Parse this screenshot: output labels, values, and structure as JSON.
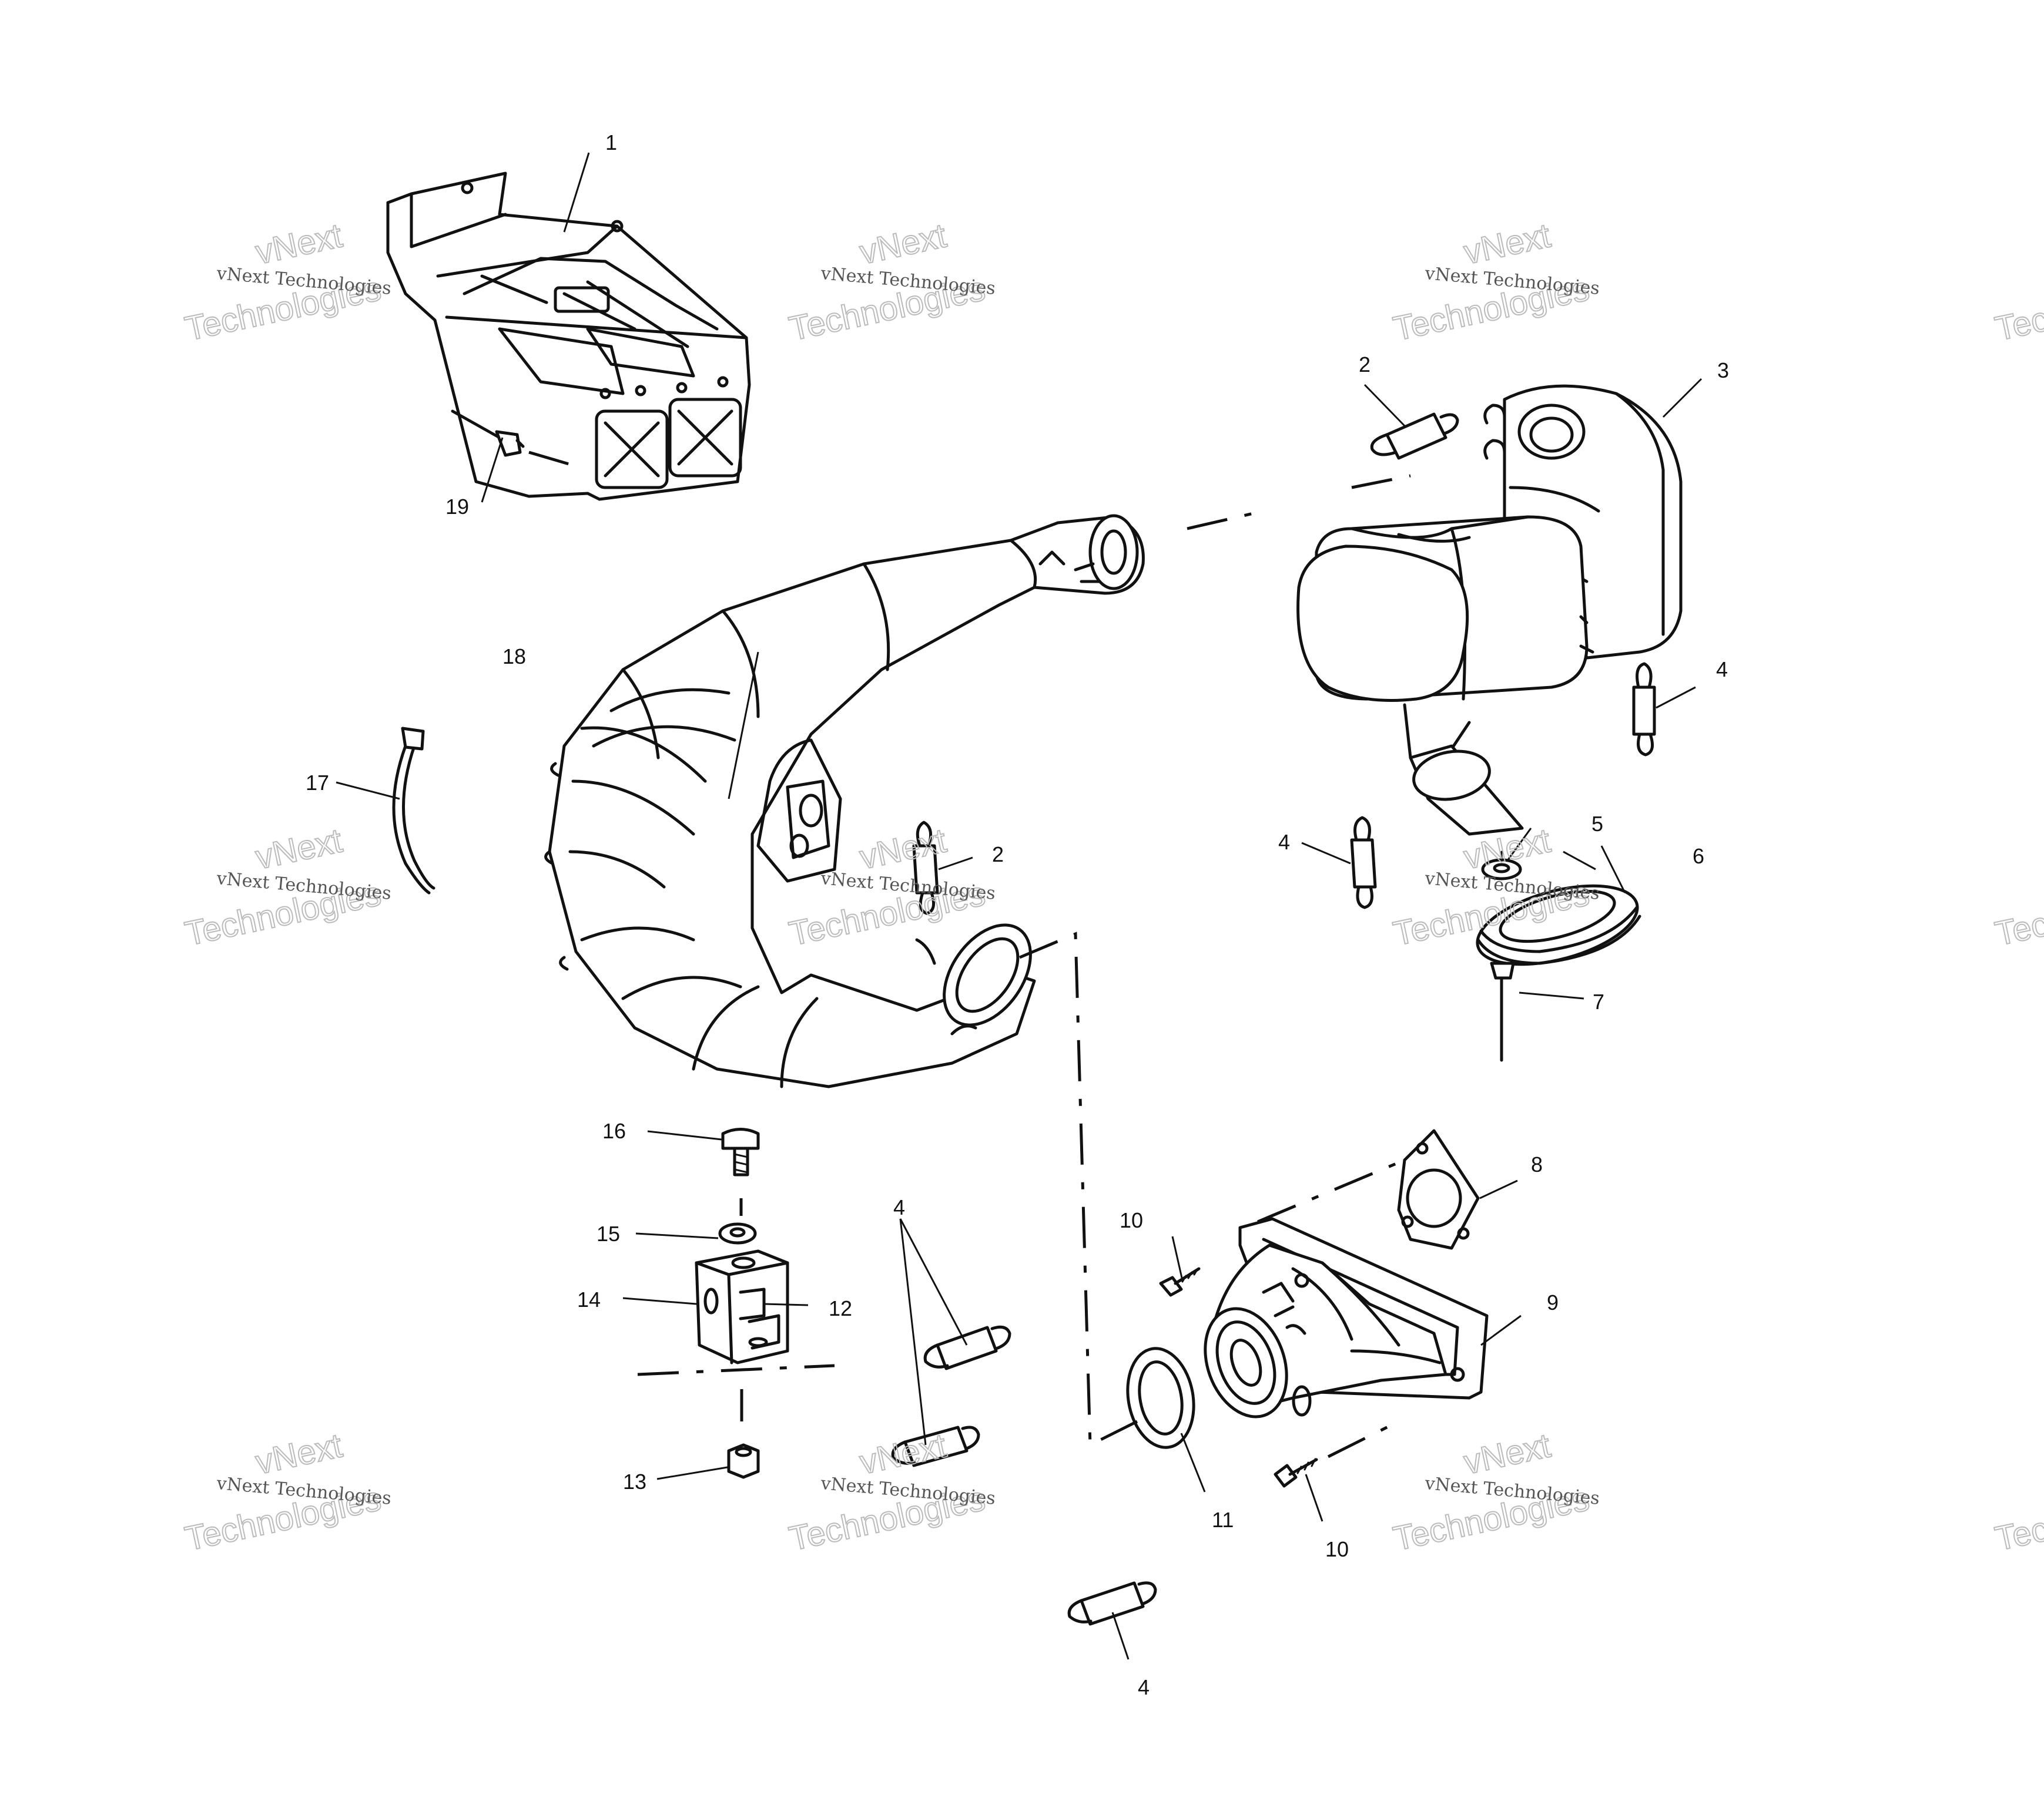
{
  "watermark": {
    "line1": "vNext Technologies",
    "line2": "Technologies",
    "script": "vNext"
  },
  "callouts": [
    {
      "id": "c1",
      "label": "1"
    },
    {
      "id": "c2a",
      "label": "2"
    },
    {
      "id": "c2b",
      "label": "2"
    },
    {
      "id": "c3",
      "label": "3"
    },
    {
      "id": "c4a",
      "label": "4"
    },
    {
      "id": "c4b",
      "label": "4"
    },
    {
      "id": "c4c",
      "label": "4"
    },
    {
      "id": "c4d",
      "label": "4"
    },
    {
      "id": "c5",
      "label": "5"
    },
    {
      "id": "c6",
      "label": "6"
    },
    {
      "id": "c7",
      "label": "7"
    },
    {
      "id": "c8",
      "label": "8"
    },
    {
      "id": "c9",
      "label": "9"
    },
    {
      "id": "c10a",
      "label": "10"
    },
    {
      "id": "c10b",
      "label": "10"
    },
    {
      "id": "c11",
      "label": "11"
    },
    {
      "id": "c12",
      "label": "12"
    },
    {
      "id": "c13",
      "label": "13"
    },
    {
      "id": "c14",
      "label": "14"
    },
    {
      "id": "c15",
      "label": "15"
    },
    {
      "id": "c16",
      "label": "16"
    },
    {
      "id": "c17",
      "label": "17"
    },
    {
      "id": "c18",
      "label": "18"
    },
    {
      "id": "c19",
      "label": "19"
    }
  ]
}
